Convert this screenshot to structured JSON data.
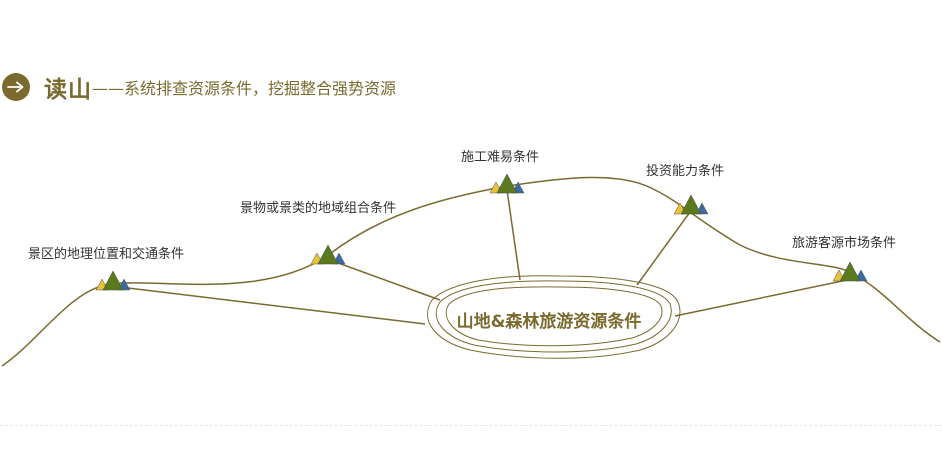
{
  "header": {
    "arrow_icon": "arrow-right-icon",
    "title": "读山",
    "subtitle": "——系统排查资源条件，挖掘整合强势资源"
  },
  "diagram": {
    "center_label": "山地&森林旅游资源条件",
    "nodes": [
      {
        "id": "n1",
        "label": "景区的地理位置和交通条件"
      },
      {
        "id": "n2",
        "label": "景物或景类的地域组合条件"
      },
      {
        "id": "n3",
        "label": "施工难易条件"
      },
      {
        "id": "n4",
        "label": "投资能力条件"
      },
      {
        "id": "n5",
        "label": "旅游客源市场条件"
      }
    ],
    "colors": {
      "line": "#7a6a2e",
      "peak_green": "#5a7a1e",
      "peak_yellow": "#e8c33a",
      "peak_blue": "#3a6aa0",
      "accent": "#7a6a2e"
    }
  }
}
